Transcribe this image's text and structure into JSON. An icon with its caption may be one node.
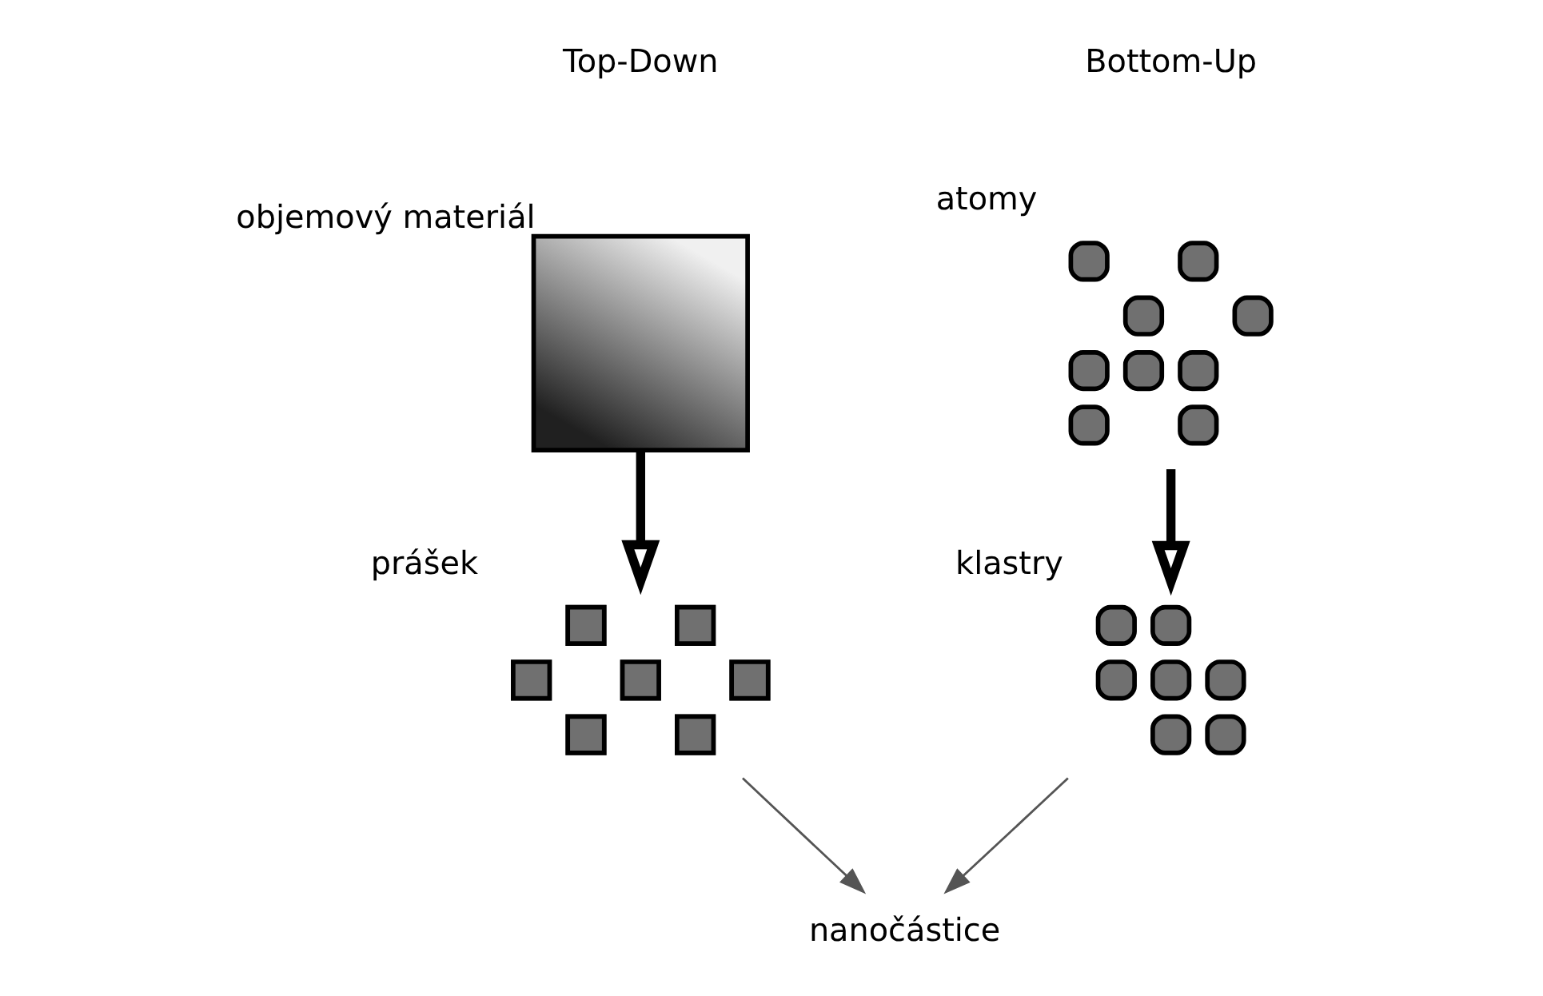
{
  "diagram": {
    "nodes": [
      {
        "text": [],
        "shape": "picture",
        "beside": [
          "objemový materiál"
        ]
      },
      {
        "text": [],
        "shape": "picture",
        "beside": [
          "atomy"
        ]
      },
      {
        "text": [],
        "shape": "picture",
        "beside": [
          "prášek"
        ]
      },
      {
        "text": [],
        "shape": "picture",
        "beside": [
          "klastry"
        ]
      },
      {
        "text": [
          "nanočástice"
        ]
      }
    ],
    "edges": [
      {
        "from": 0,
        "to": 2,
        "arrow": "to",
        "style": "thick"
      },
      {
        "from": 1,
        "to": 3,
        "arrow": "to",
        "style": "thick"
      },
      {
        "from": 2,
        "to": 4,
        "arrow": "to"
      },
      {
        "from": 3,
        "to": 4,
        "arrow": "to"
      }
    ],
    "labels": [
      "Top-Down",
      "Bottom-Up"
    ]
  }
}
